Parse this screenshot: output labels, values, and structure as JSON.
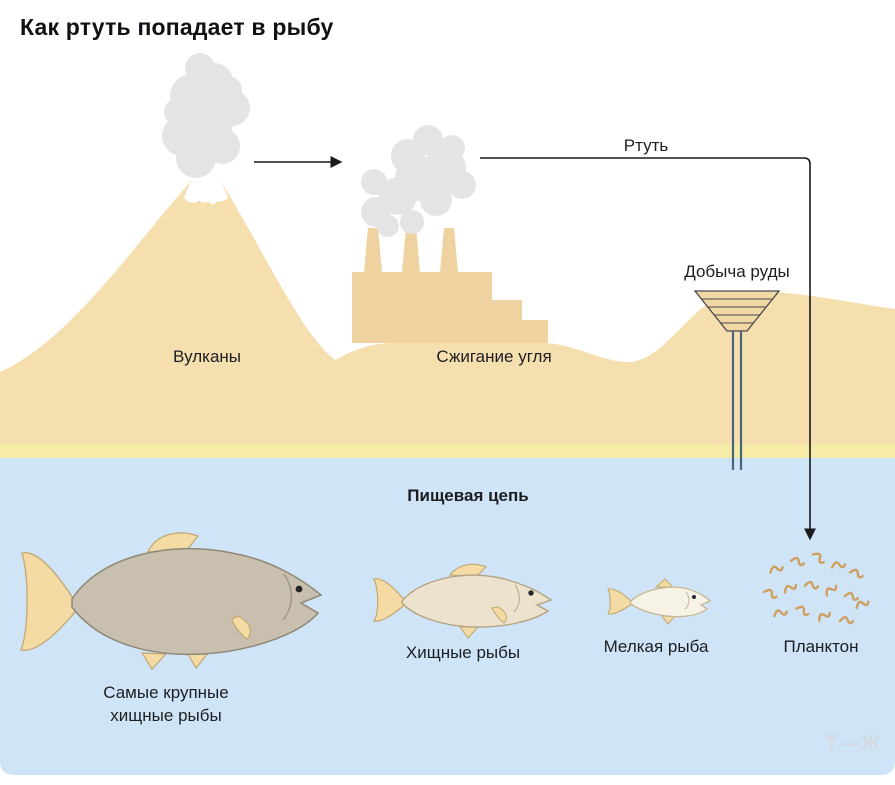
{
  "title": "Как ртуть попадает в рыбу",
  "labels": {
    "volcanoes": "Вулканы",
    "coal_burning": "Сжигание угля",
    "ore_mining": "Добыча руды",
    "mercury": "Ртуть",
    "food_chain": "Пищевая цепь",
    "largest_fish": "Самые крупные хищные рыбы",
    "predatory_fish": "Хищные рыбы",
    "small_fish": "Мелкая рыба",
    "plankton": "Планктон"
  },
  "watermark": "Т—Ж",
  "colors": {
    "land": "#f5dfae",
    "factory": "#eed2a0",
    "sand_strip": "#f7eba8",
    "water": "#cfe4f6",
    "smoke": "#e4e4e6",
    "snow_cap": "#ffffff",
    "arrow": "#1a1a1a",
    "large_fish_body": "#c8bfae",
    "medium_fish_body": "#ece2cd",
    "small_fish_body": "#f7f2e6",
    "fins": "#f3dba3",
    "plankton_color": "#cf9f5e",
    "mine_outline": "#474753",
    "mine_shaft": "#47657f",
    "red_fin_accent": "#c4473a"
  }
}
